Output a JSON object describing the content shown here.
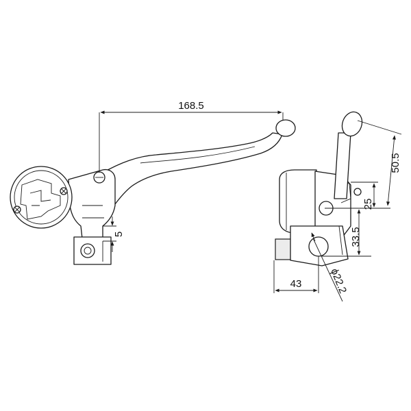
{
  "diagram": {
    "dimensions": {
      "lever_length": "168.5",
      "clamp_offset": "5",
      "lever_height": "50.5",
      "pivot_to_bar_upper": "25",
      "pivot_to_bar_lower": "33.5",
      "bar_depth": "43",
      "bar_diameter": "ϕ22.2"
    }
  }
}
